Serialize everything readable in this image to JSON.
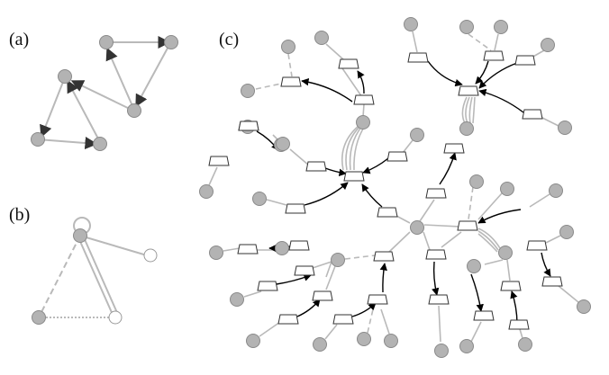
{
  "panels": {
    "a": {
      "label": "(a)"
    },
    "b": {
      "label": "(b)"
    },
    "c": {
      "label": "(c)"
    }
  },
  "colors": {
    "node_fill": "#b3b3b3",
    "node_stroke": "#8a8a8a",
    "gray_edge": "#b9b9b9",
    "black_edge": "#000000",
    "glyph_fill": "#ffffff",
    "glyph_stroke": "#333333",
    "empty_node_stroke": "#9a9a9a"
  }
}
